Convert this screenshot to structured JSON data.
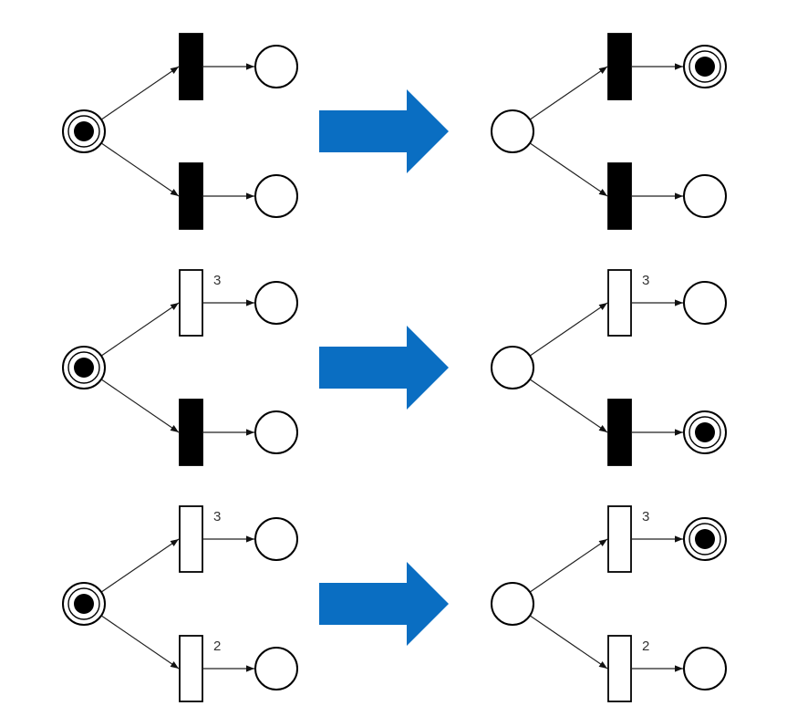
{
  "colors": {
    "arrow_blue": "#0a6ec2",
    "stroke": "#000000",
    "immediate_fill": "#000000",
    "timed_fill": "#ffffff",
    "token": "#000000"
  },
  "nets": [
    {
      "before": {
        "source_token": true,
        "top": {
          "kind": "immediate",
          "label": "",
          "output_token": false
        },
        "bottom": {
          "kind": "immediate",
          "label": "",
          "output_token": false
        }
      },
      "after": {
        "source_token": false,
        "top": {
          "kind": "immediate",
          "label": "",
          "output_token": true
        },
        "bottom": {
          "kind": "immediate",
          "label": "",
          "output_token": false
        }
      }
    },
    {
      "before": {
        "source_token": true,
        "top": {
          "kind": "timed",
          "label": "3",
          "output_token": false
        },
        "bottom": {
          "kind": "immediate",
          "label": "",
          "output_token": false
        }
      },
      "after": {
        "source_token": false,
        "top": {
          "kind": "timed",
          "label": "3",
          "output_token": false
        },
        "bottom": {
          "kind": "immediate",
          "label": "",
          "output_token": true
        }
      }
    },
    {
      "before": {
        "source_token": true,
        "top": {
          "kind": "timed",
          "label": "3",
          "output_token": false
        },
        "bottom": {
          "kind": "timed",
          "label": "2",
          "output_token": false
        }
      },
      "after": {
        "source_token": false,
        "top": {
          "kind": "timed",
          "label": "3",
          "output_token": true
        },
        "bottom": {
          "kind": "timed",
          "label": "2",
          "output_token": false
        }
      }
    }
  ]
}
